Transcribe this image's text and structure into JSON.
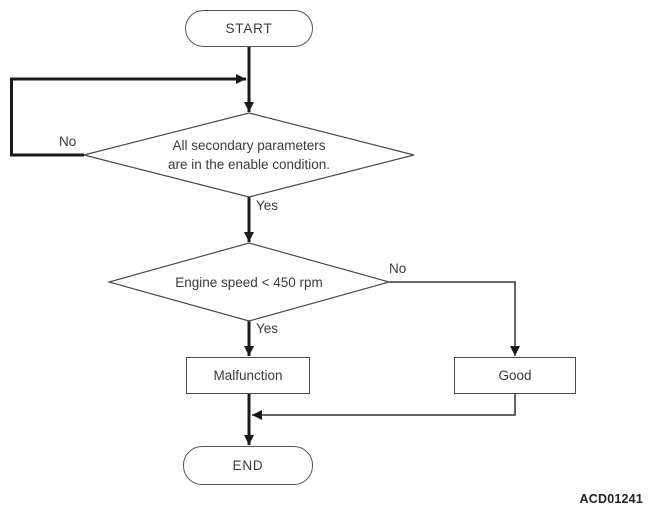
{
  "colors": {
    "background": "#ffffff",
    "thick_line": "#1a1a1a",
    "thin_line": "#333333",
    "shape_border": "#4a4a4a",
    "text": "#3a3a3a"
  },
  "flowchart": {
    "nodes": {
      "start": {
        "label": "START"
      },
      "decision1": {
        "line1": "All secondary parameters",
        "line2": "are in the enable condition."
      },
      "decision2": {
        "label": "Engine speed < 450 rpm"
      },
      "malfunction": {
        "label": "Malfunction"
      },
      "good": {
        "label": "Good"
      },
      "end": {
        "label": "END"
      }
    },
    "edge_labels": {
      "decision1_no": "No",
      "decision1_yes": "Yes",
      "decision2_no": "No",
      "decision2_yes": "Yes"
    }
  },
  "figure_code": "ACD01241"
}
